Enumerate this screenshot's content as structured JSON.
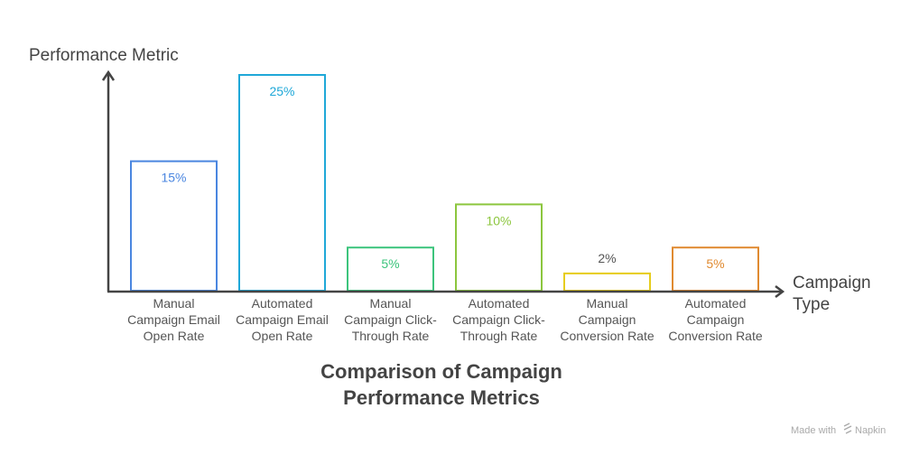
{
  "chart_data": {
    "type": "bar",
    "title": [
      "Comparison of Campaign",
      "Performance Metrics"
    ],
    "xlabel": [
      "Campaign",
      "Type"
    ],
    "ylabel": "Performance Metric",
    "ylim": [
      0,
      25
    ],
    "grid": false,
    "categories": [
      [
        "Manual",
        "Campaign Email",
        "Open Rate"
      ],
      [
        "Automated",
        "Campaign Email",
        "Open Rate"
      ],
      [
        "Manual",
        "Campaign Click-",
        "Through Rate"
      ],
      [
        "Automated",
        "Campaign Click-",
        "Through Rate"
      ],
      [
        "Manual",
        "Campaign",
        "Conversion Rate"
      ],
      [
        "Automated",
        "Campaign",
        "Conversion Rate"
      ]
    ],
    "values": [
      15,
      25,
      5,
      10,
      2,
      5
    ],
    "value_labels": [
      "15%",
      "25%",
      "5%",
      "10%",
      "2%",
      "5%"
    ],
    "colors": [
      "#4a86e0",
      "#1fa8d8",
      "#3cc47c",
      "#8cc63e",
      "#e6cc1c",
      "#e08a30"
    ],
    "label_colors": [
      "#4a86e0",
      "#1fa8d8",
      "#3cc47c",
      "#8cc63e",
      "#555555",
      "#e08a30"
    ]
  },
  "watermark": "Made with Napkin"
}
